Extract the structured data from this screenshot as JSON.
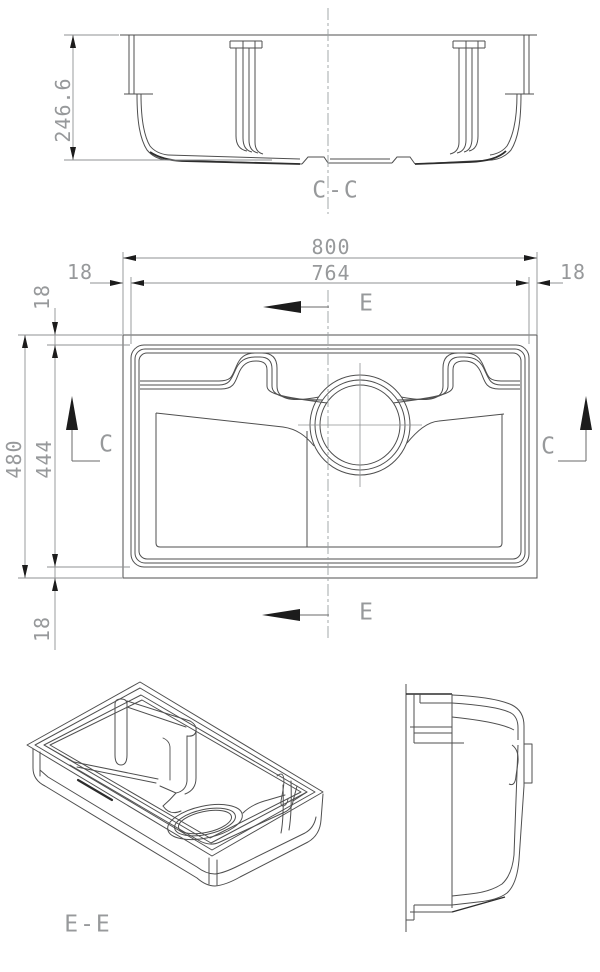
{
  "document": {
    "type": "technical-drawing",
    "subject": "kitchen sink",
    "background_color": "#ffffff",
    "object_line_color": "#4f4f4f",
    "accent_line_color": "#2d2d2d",
    "dim_line_color": "#8f9193",
    "centerline_color": "#9aa0a2",
    "arrow_color": "#1c1c1c",
    "text_color": "#97999b"
  },
  "dims": {
    "cc_height": "246.6",
    "outer_width": "800",
    "inner_width": "764",
    "left_offset": "18",
    "right_offset": "18",
    "outer_height": "480",
    "inner_height": "444",
    "top_offset": "18",
    "bottom_offset": "18"
  },
  "labels": {
    "section_cc": "C-C",
    "section_ee": "E-E",
    "marker_c": "C",
    "marker_e": "E"
  }
}
